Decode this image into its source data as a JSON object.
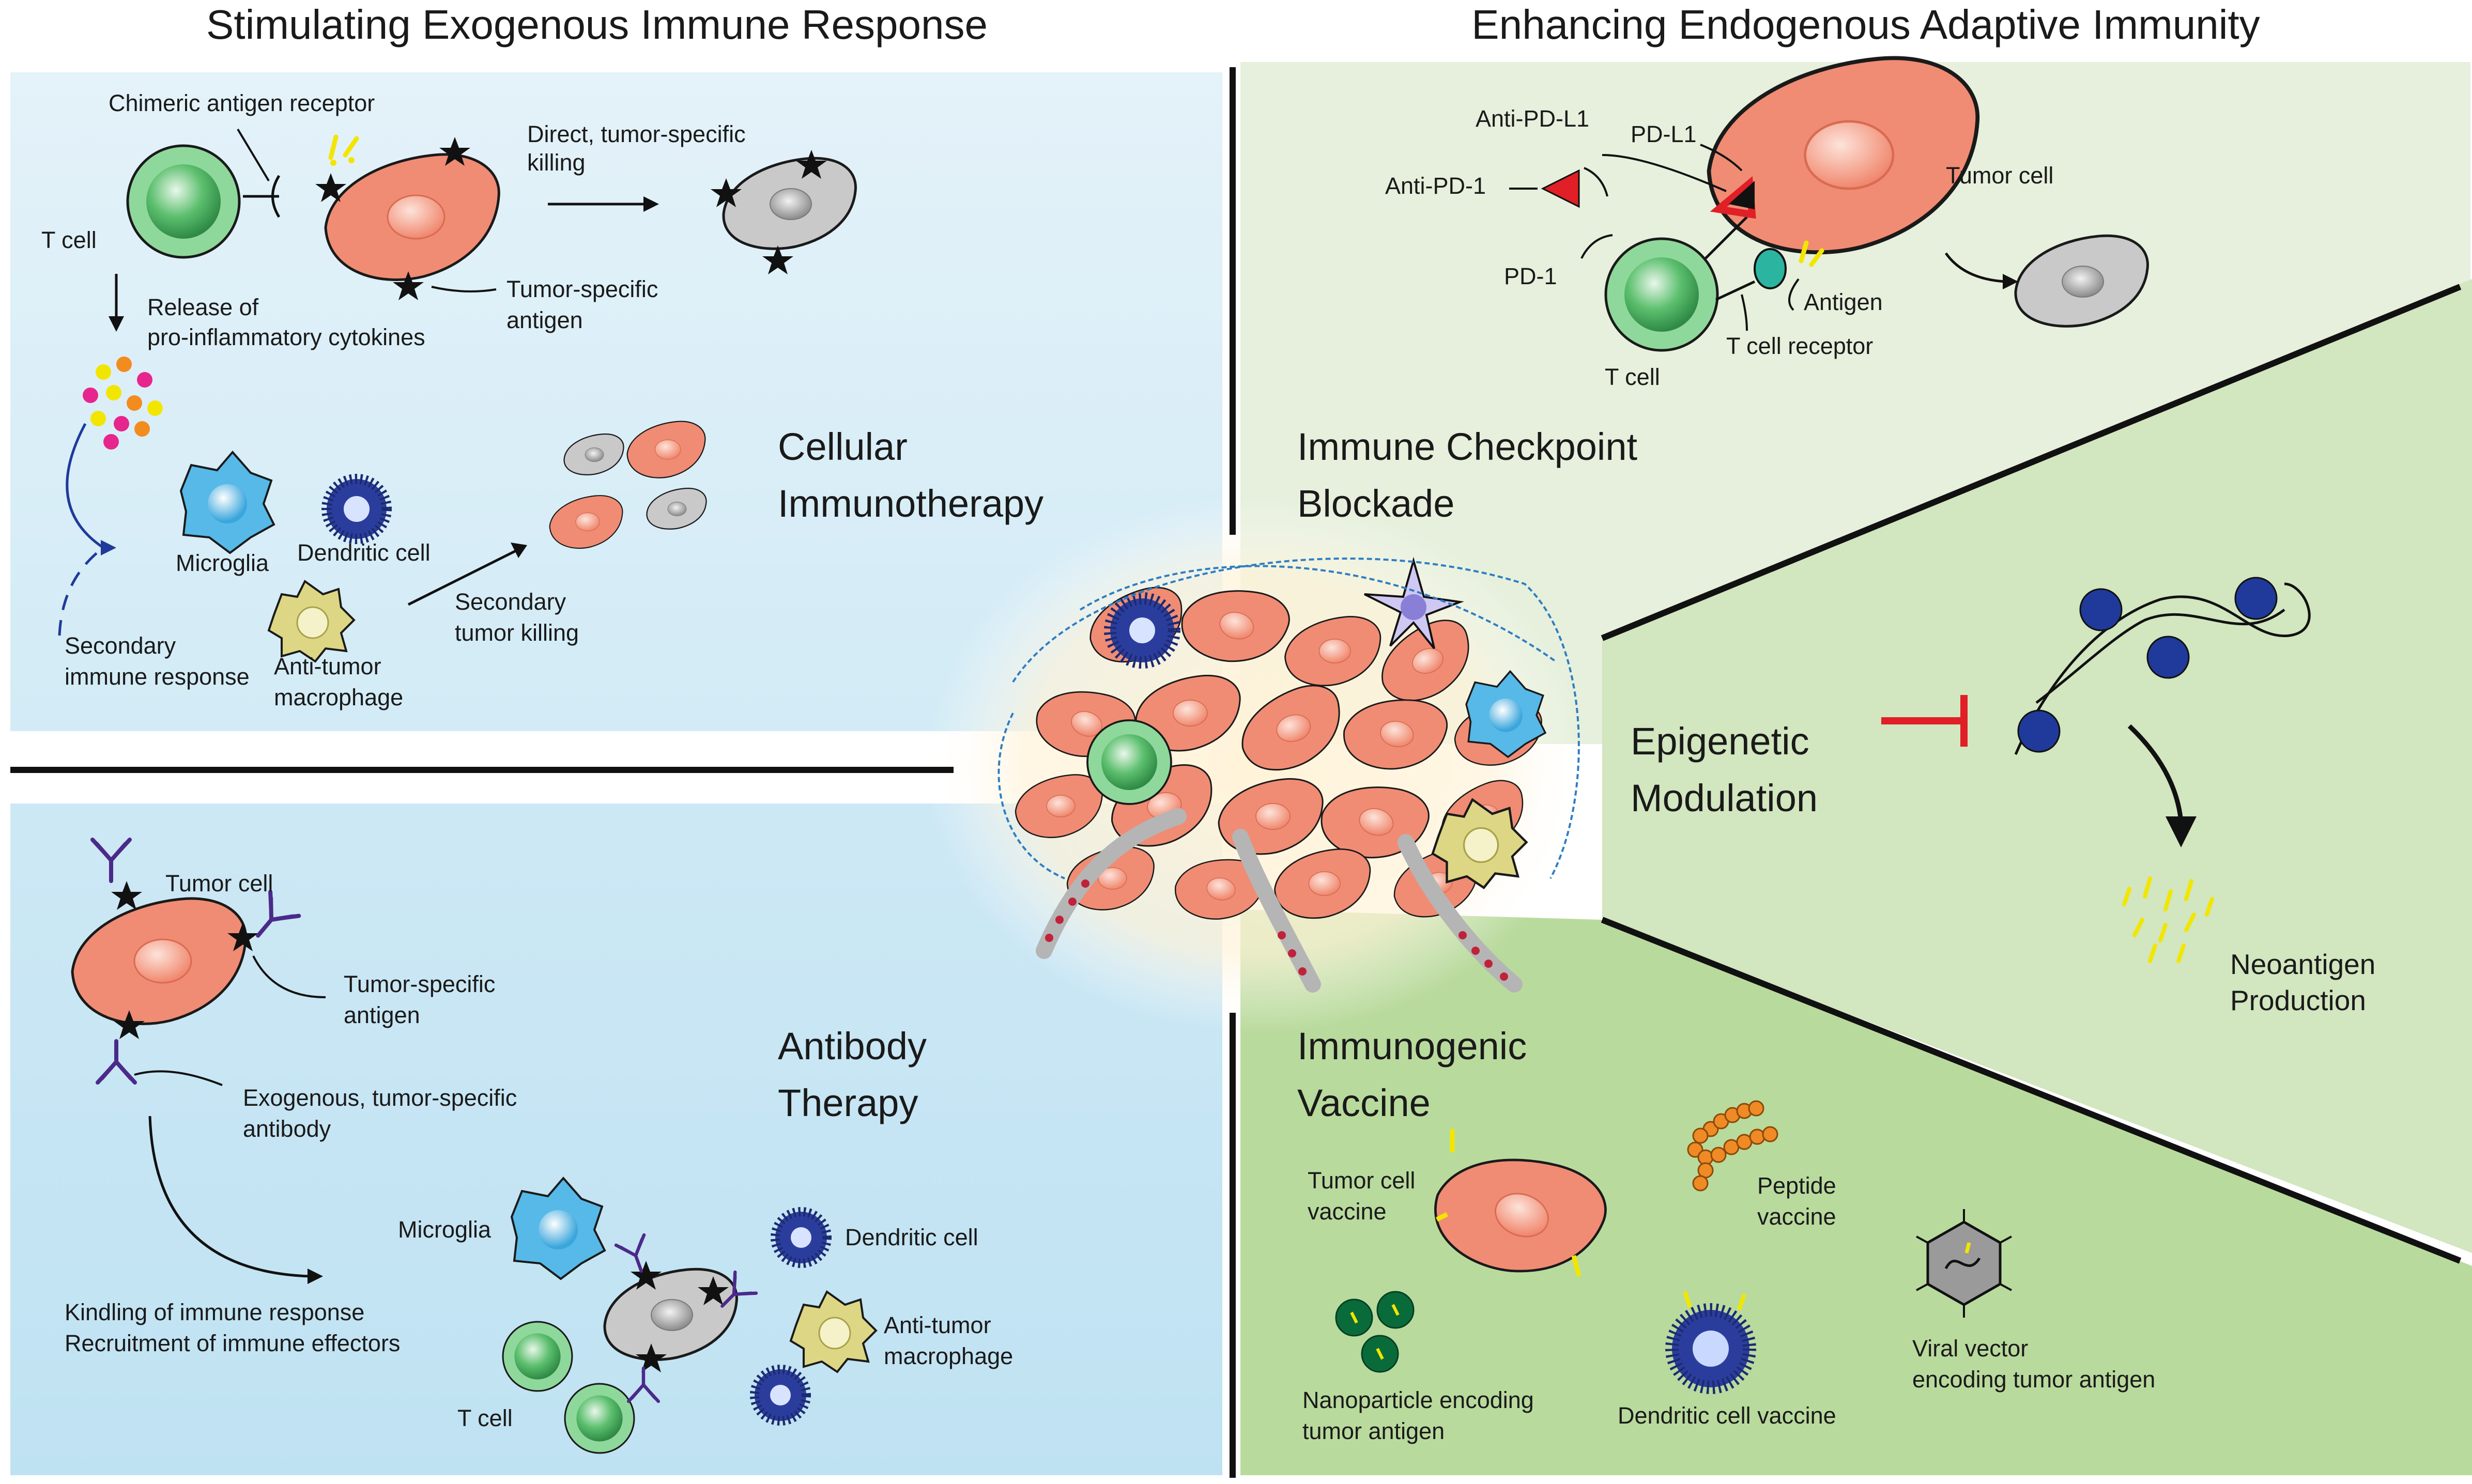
{
  "headers": {
    "left": "Stimulating Exogenous Immune Response",
    "right": "Enhancing Endogenous Adaptive Immunity"
  },
  "cellular": {
    "title_1": "Cellular",
    "title_2": "Immunotherapy",
    "car": "Chimeric antigen receptor",
    "tcell": "T cell",
    "direct_1": "Direct, tumor-specific",
    "direct_2": "killing",
    "release_1": "Release of",
    "release_2": "pro-inflammatory cytokines",
    "tsa_1": "Tumor-specific",
    "tsa_2": "antigen",
    "microglia": "Microglia",
    "dendritic": "Dendritic cell",
    "secondary_1": "Secondary",
    "secondary_2": "immune response",
    "macro_1": "Anti-tumor",
    "macro_2": "macrophage",
    "sec_kill_1": "Secondary",
    "sec_kill_2": "tumor killing"
  },
  "antibody": {
    "title_1": "Antibody",
    "title_2": "Therapy",
    "tumor_cell": "Tumor cell",
    "tsa_1": "Tumor-specific",
    "tsa_2": "antigen",
    "exo_1": "Exogenous, tumor-specific",
    "exo_2": "antibody",
    "microglia": "Microglia",
    "dendritic": "Dendritic cell",
    "macro_1": "Anti-tumor",
    "macro_2": "macrophage",
    "kindling_1": "Kindling of immune response",
    "kindling_2": "Recruitment of immune effectors",
    "tcell": "T cell"
  },
  "checkpoint": {
    "title_1": "Immune Checkpoint",
    "title_2": "Blockade",
    "anti_pdl1": "Anti-PD-L1",
    "pdl1": "PD-L1",
    "anti_pd1": "Anti-PD-1",
    "tumor_cell": "Tumor cell",
    "pd1": "PD-1",
    "antigen": "Antigen",
    "tcr": "T cell receptor",
    "tcell": "T cell"
  },
  "epigenetic": {
    "title_1": "Epigenetic",
    "title_2": "Modulation",
    "neo_1": "Neoantigen",
    "neo_2": "Production"
  },
  "vaccine": {
    "title_1": "Immunogenic",
    "title_2": "Vaccine",
    "tumor_1": "Tumor cell",
    "tumor_2": "vaccine",
    "peptide_1": "Peptide",
    "peptide_2": "vaccine",
    "viral_1": "Viral vector",
    "viral_2": "encoding tumor antigen",
    "nano_1": "Nanoparticle encoding",
    "nano_2": "tumor antigen",
    "dc": "Dendritic cell vaccine"
  },
  "colors": {
    "panel_blue_light": "#e3f1f8",
    "panel_blue": "#c7e5f3",
    "panel_green_light": "#e6f0dc",
    "panel_green": "#d2e6bf",
    "panel_green_dark": "#b8d89a",
    "tumor": "#f08c74",
    "tumor_edge": "#1a1a1a",
    "tcell": "#5cbf6e",
    "microglia": "#55b8e6",
    "dendritic": "#2b3d9c",
    "macrophage": "#d8d27a",
    "antibody": "#4b2a8a",
    "red": "#e01f26",
    "yellow": "#f2e600",
    "dna_bead": "#1f3a9a",
    "peptide": "#f08a24"
  }
}
